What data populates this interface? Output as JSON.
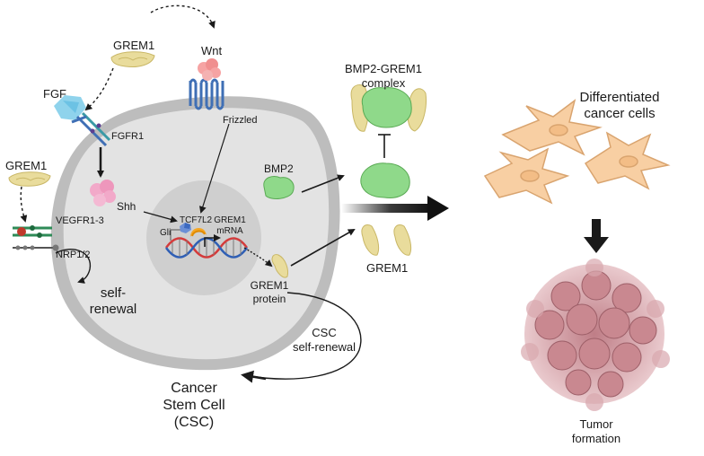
{
  "labels": {
    "grem1_top": "GREM1",
    "wnt": "Wnt",
    "fgf": "FGF",
    "fgfr1": "FGFR1",
    "frizzled": "Frizzled",
    "grem1_left": "GREM1",
    "shh": "Shh",
    "vegfr": "VEGFR1-3",
    "nrp": "NRP1/2",
    "self_renewal_1": "self-",
    "self_renewal_2": "renewal",
    "gli": "Gli",
    "tcf7l2": "TCF7L2",
    "grem1_mrna_1": "GREM1",
    "grem1_mrna_2": "mRNA",
    "bmp2": "BMP2",
    "grem1_protein_1": "GREM1",
    "grem1_protein_2": "protein",
    "csc_sr_1": "CSC",
    "csc_sr_2": "self-renewal",
    "cancer_1": "Cancer",
    "cancer_2": "Stem Cell",
    "cancer_3": "(CSC)",
    "complex_1": "BMP2-GREM1",
    "complex_2": "complex",
    "grem1_right": "GREM1",
    "diff_1": "Differentiated",
    "diff_2": "cancer cells",
    "tumor_1": "Tumor",
    "tumor_2": "formation"
  },
  "colors": {
    "grem1": "#e9dc9c",
    "bmp2": "#8fd98a",
    "shh": "#f2a9c9",
    "wnt": "#f6a3a3",
    "fgf": "#8fd3ec",
    "receptor_blue": "#4a76b8",
    "cell_outer": "#bdbdbd",
    "cell_inner": "#e3e3e3",
    "nucleus": "#cfcfcf",
    "diff_cell": "#f8cfa3",
    "tumor": "#c98890"
  }
}
